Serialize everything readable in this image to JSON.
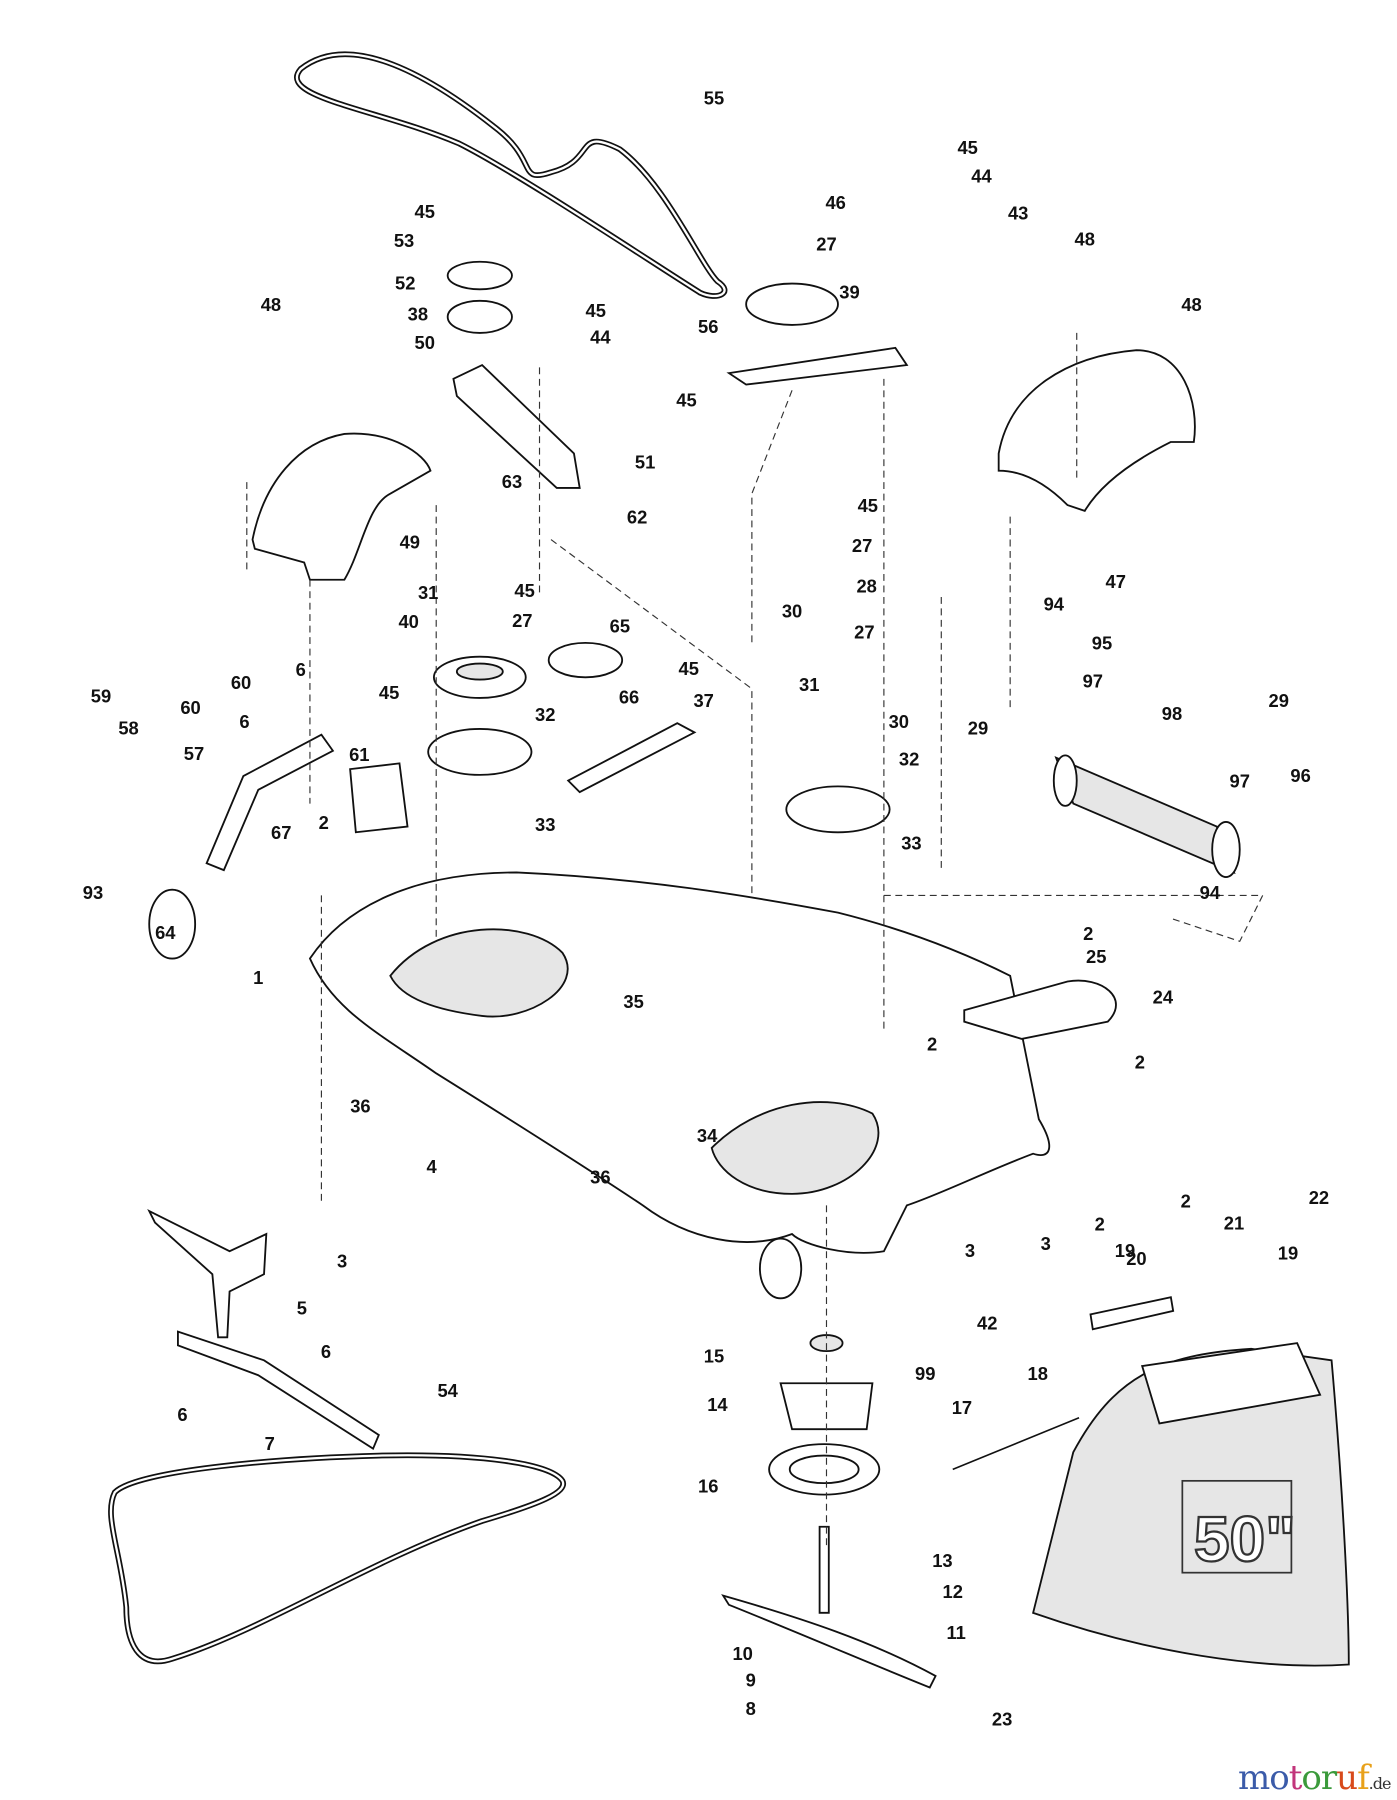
{
  "callouts": [
    "55",
    "45",
    "44",
    "43",
    "48",
    "48",
    "46",
    "27",
    "39",
    "45",
    "53",
    "52",
    "38",
    "50",
    "45",
    "44",
    "56",
    "45",
    "51",
    "48",
    "63",
    "62",
    "49",
    "47",
    "45",
    "27",
    "28",
    "27",
    "94",
    "95",
    "31",
    "45",
    "27",
    "65",
    "40",
    "30",
    "6",
    "59",
    "60",
    "60",
    "6",
    "58",
    "57",
    "45",
    "32",
    "45",
    "37",
    "66",
    "31",
    "30",
    "32",
    "29",
    "97",
    "98",
    "29",
    "97",
    "96",
    "61",
    "33",
    "33",
    "2",
    "67",
    "93",
    "64",
    "94",
    "1",
    "2",
    "25",
    "35",
    "24",
    "2",
    "2",
    "36",
    "4",
    "34",
    "36",
    "3",
    "5",
    "3",
    "3",
    "2",
    "19",
    "2",
    "21",
    "20",
    "19",
    "22",
    "42",
    "99",
    "15",
    "14",
    "6",
    "6",
    "7",
    "54",
    "18",
    "17",
    "16",
    "13",
    "12",
    "11",
    "10",
    "9",
    "8",
    "23"
  ],
  "chute_label": "50\"",
  "watermark": {
    "brand": "motoruf",
    "tld": ".de",
    "colors": [
      "#3b5ba9",
      "#c2357b",
      "#3b9a3b",
      "#d84a1b",
      "#e8a11a"
    ]
  }
}
